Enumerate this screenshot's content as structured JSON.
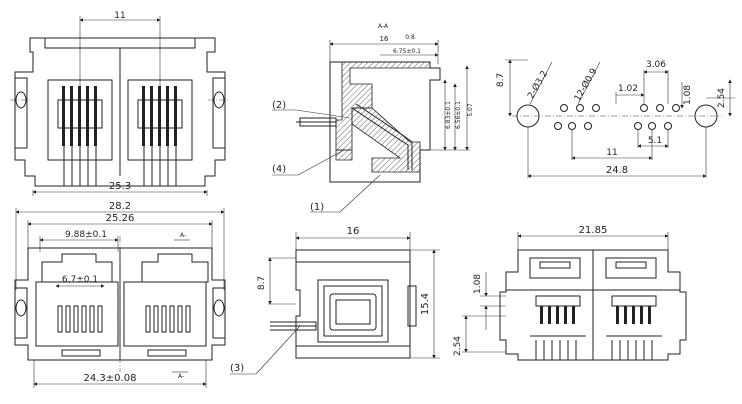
{
  "top_left_view": {
    "dim_top": "11",
    "dim_width": "25.3"
  },
  "side_view": {
    "section_label": "A-A",
    "dim_depth": "16",
    "dim_sub1": "0.8",
    "dim_sub2": "6.75±0.1",
    "dim_v1": "6.83±0.1",
    "dim_v2": "6.56±0.1",
    "dim_v3": "5.07",
    "callout_2": "(2)",
    "callout_4": "(4)",
    "callout_1": "(1)"
  },
  "pcb_layout": {
    "dim_pitch_a": "3.06",
    "dim_pitch_b": "1.02",
    "dim_row": "1.08",
    "dim_offset": "2.54",
    "dim_height": "8.7",
    "dim_hole_large": "2-Ø3.2",
    "dim_hole_small": "12-Ø0.9",
    "dim_span": "11",
    "dim_span2": "5.1",
    "dim_total": "24.8"
  },
  "front_view": {
    "dim_overall": "28.2",
    "dim_body": "25.26",
    "dim_port_pitch": "9.88±0.1",
    "dim_plug": "6.7±0.1",
    "dim_bottom": "24.3±0.08",
    "section_mark_top": "A-",
    "section_mark_bottom": "A-"
  },
  "mid_side_view": {
    "dim_width": "16",
    "dim_height": "15.4",
    "dim_offset": "8.7",
    "callout_3": "(3)"
  },
  "top_view": {
    "dim_width": "21.85",
    "dim_v1": "1.08",
    "dim_v2": "2.54"
  }
}
